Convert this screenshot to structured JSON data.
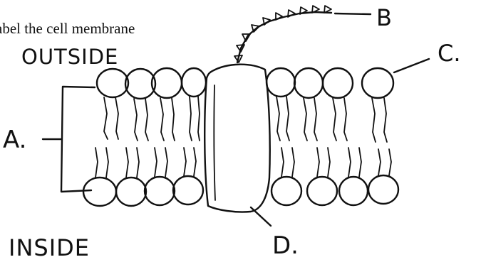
{
  "instruction": "abel the cell membrane",
  "region_labels": {
    "outside": "OUTSIDE",
    "inside": "INSIDE"
  },
  "labels": {
    "a": "A.",
    "b": "B",
    "c": "C.",
    "d": "D."
  }
}
